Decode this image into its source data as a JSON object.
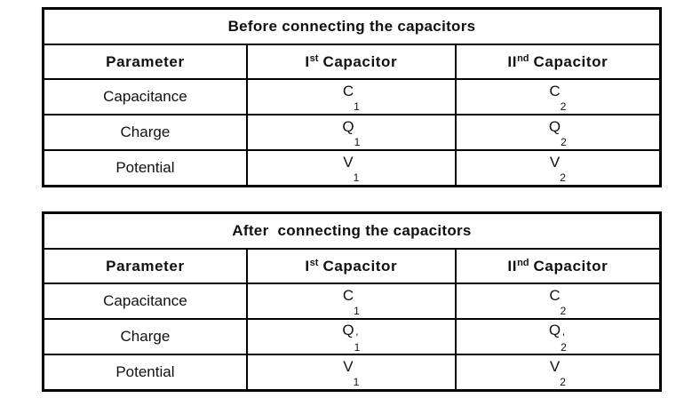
{
  "page": {
    "background": "#ffffff",
    "text_color": "#111111",
    "border_color": "#000000"
  },
  "tables": [
    {
      "title": "Before connecting the capacitors",
      "header": {
        "parameter": "Parameter",
        "first": {
          "roman": "I",
          "ordinal": "st",
          "rest": "Capacitor"
        },
        "second": {
          "roman": "II",
          "ordinal": "nd",
          "rest": "Capacitor"
        }
      },
      "rows": [
        {
          "parameter": "Capacitance",
          "first": {
            "base": "C",
            "prime": "",
            "sub": "1"
          },
          "second": {
            "base": "C",
            "prime": "",
            "sub": "2"
          }
        },
        {
          "parameter": "Charge",
          "first": {
            "base": "Q",
            "prime": "",
            "sub": "1"
          },
          "second": {
            "base": "Q",
            "prime": "",
            "sub": "2"
          }
        },
        {
          "parameter": "Potential",
          "first": {
            "base": "V",
            "prime": "",
            "sub": "1"
          },
          "second": {
            "base": "V",
            "prime": "",
            "sub": "2"
          }
        }
      ]
    },
    {
      "title": "After  connecting the capacitors",
      "header": {
        "parameter": "Parameter",
        "first": {
          "roman": "I",
          "ordinal": "st",
          "rest": "Capacitor"
        },
        "second": {
          "roman": "II",
          "ordinal": "nd",
          "rest": "Capacitor"
        }
      },
      "rows": [
        {
          "parameter": "Capacitance",
          "first": {
            "base": "C",
            "prime": "",
            "sub": "1"
          },
          "second": {
            "base": "C",
            "prime": "",
            "sub": "2"
          }
        },
        {
          "parameter": "Charge",
          "first": {
            "base": "Q",
            "prime": "'",
            "sub": "1"
          },
          "second": {
            "base": "Q",
            "prime": "'",
            "sub": "2"
          }
        },
        {
          "parameter": "Potential",
          "first": {
            "base": "V",
            "prime": "",
            "sub": "1"
          },
          "second": {
            "base": "V",
            "prime": "",
            "sub": "2"
          }
        }
      ]
    }
  ]
}
